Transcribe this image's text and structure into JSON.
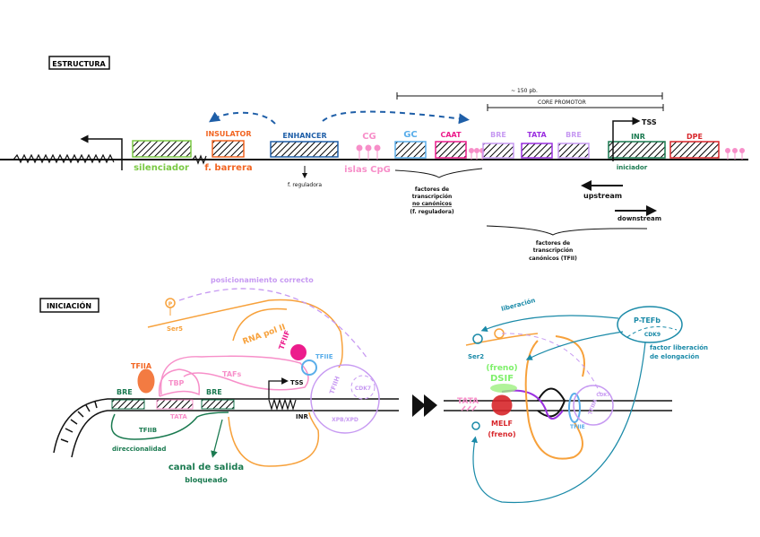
{
  "structure": {
    "title": "ESTRUCTURA",
    "silencer": "silenciador",
    "insulator": "INSULATOR",
    "barrier": "f. barrera",
    "enhancer": "ENHANCER",
    "regulatory": "f. reguladora",
    "cg": "CG",
    "cpg": "islas CpG",
    "gc": "GC",
    "caat": "CAAT",
    "bre1": "BRE",
    "tata": "TATA",
    "bre2": "BRE",
    "inr": "INR",
    "dpe": "DPE",
    "tss": "TSS",
    "initiator": "iniciador",
    "span": "~ 150 pb.",
    "core": "CORE PROMOTOR",
    "noncanon": [
      "factores de",
      "transcripción",
      "no canónicos",
      "(f. reguladora)"
    ],
    "upstream": "upstream",
    "downstream": "downstream",
    "canon": [
      "factores de",
      "transcripción",
      "canónicos (TFII)"
    ]
  },
  "initiation": {
    "title": "INICIACIÓN",
    "positioning": "posicionamiento correcto",
    "p": "P",
    "ser5": "Ser5",
    "rnapol": "RNA pol II",
    "tfiif": "TFIIF",
    "tfiie": "TFIIE",
    "tfiia": "TFIIA",
    "tbp": "TBP",
    "tafs": "TAFs",
    "bre1": "BRE",
    "bre2": "BRE",
    "tata": "TATA",
    "tss": "TSS",
    "inr": "INR",
    "tfiih": "TFIIH",
    "cdk7": "CDK7",
    "xpb": "XPB/XPD",
    "tfiib": "TFIIB",
    "direction": "direccionalidad",
    "exit1": "canal de salida",
    "exit2": "bloqueado"
  },
  "elongation": {
    "release": "liberación",
    "ser2": "Ser2",
    "brake1": "(freno)",
    "dsif": "DSIF",
    "tata": "TATA",
    "nelf": "MELF",
    "brake2": "(freno)",
    "tfiie": "TFIIE",
    "tfiih": "TFIIH",
    "cdk7": "CDK7",
    "ptefb": "P-TEFb",
    "cdk9": "CDK9",
    "factor1": "factor liberación",
    "factor2": "de elongación"
  },
  "colors": {
    "silencer": "#7ac943",
    "insulator": "#f26522",
    "enhancer": "#1f5fa8",
    "cg": "#f78fc9",
    "gc": "#5aaeea",
    "caat": "#ec1c8c",
    "bre": "#c79af2",
    "tata": "#9b30e0",
    "inr": "#1a7a50",
    "dpe": "#d8262b",
    "pol": "#f7a13b",
    "teal": "#1a8aa8"
  }
}
